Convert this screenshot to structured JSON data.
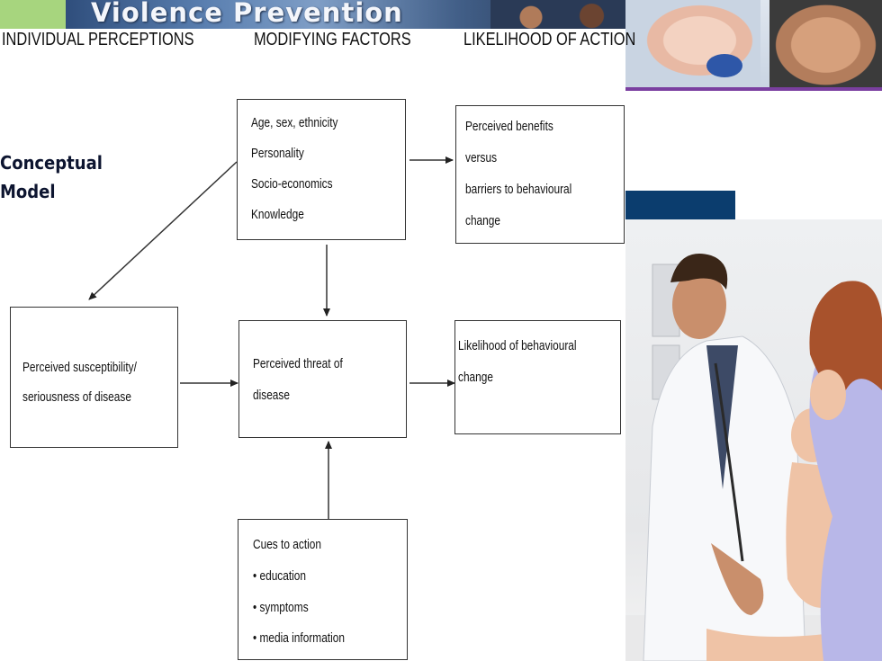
{
  "banner": {
    "title": "Violence Prevention"
  },
  "headers": {
    "individual": "INDIVIDUAL PERCEPTIONS",
    "modifying": "MODIFYING FACTORS",
    "likelihood": "LIKELIHOOD OF ACTION"
  },
  "side_title": {
    "line1": "Conceptual",
    "line2": "Model"
  },
  "boxes": {
    "factors": [
      "Age, sex, ethnicity",
      "Personality",
      "Socio-economics",
      "Knowledge"
    ],
    "benefits": [
      "Perceived benefits",
      "versus",
      "barriers to behavioural",
      "change"
    ],
    "susceptibility": [
      "Perceived susceptibility/",
      "seriousness of disease"
    ],
    "threat": [
      "Perceived threat of",
      "disease"
    ],
    "likelihood": [
      "Likelihood of behavioural",
      "change"
    ],
    "cues": [
      "Cues to action",
      "• education",
      "• symptoms",
      "• media information"
    ]
  },
  "colors": {
    "accent_green": "#a7d57e",
    "banner_blue": "#2f4e7c",
    "navy": "#0b3d6e",
    "strip_purple": "#7a3fa0"
  }
}
